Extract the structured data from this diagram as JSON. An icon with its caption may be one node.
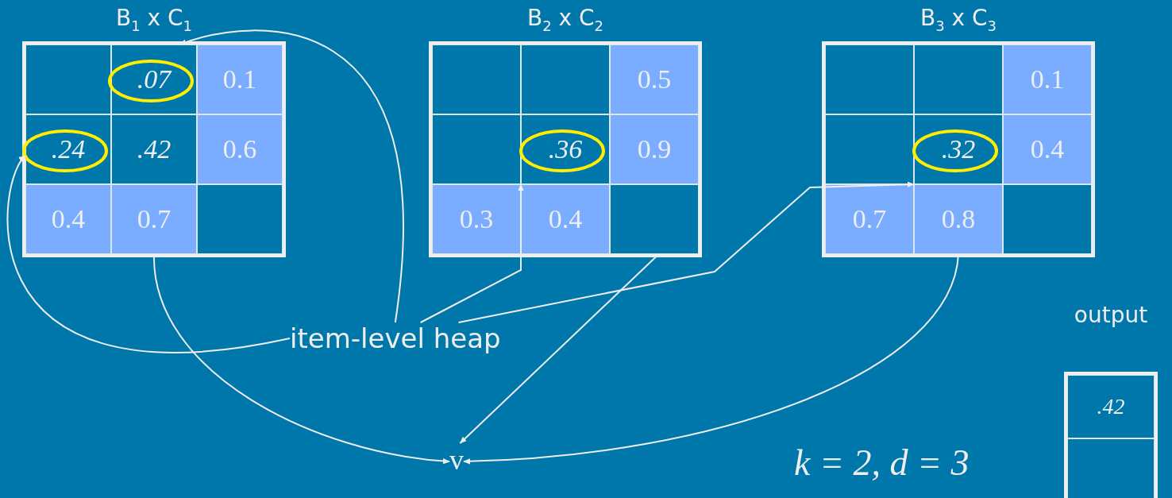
{
  "diagram": {
    "nodes": [
      {
        "text": [
          "B$_{1}$ x C$_{1}$"
        ]
      },
      {
        "text": [],
        "shape": "box",
        "in": 0
      },
      {
        "text": [
          ".07"
        ],
        "in": 0
      },
      {
        "text": [
          "0.1"
        ],
        "in": 0
      },
      {
        "text": [
          ".24"
        ],
        "in": 0
      },
      {
        "text": [
          ".42"
        ],
        "in": 0
      },
      {
        "text": [
          "0.6"
        ],
        "in": 0
      },
      {
        "text": [
          "0.4"
        ],
        "in": 0
      },
      {
        "text": [
          "0.7"
        ],
        "in": 0
      },
      {
        "text": [],
        "shape": "box",
        "in": 0
      },
      {
        "text": [
          "B$_{2}$ x C$_{2}$"
        ]
      },
      {
        "text": [],
        "shape": "box",
        "in": 10
      },
      {
        "text": [],
        "shape": "box",
        "in": 10
      },
      {
        "text": [
          "0.5"
        ],
        "in": 10
      },
      {
        "text": [],
        "shape": "box",
        "in": 10
      },
      {
        "text": [
          ".36"
        ],
        "in": 10
      },
      {
        "text": [
          "0.9"
        ],
        "in": 10
      },
      {
        "text": [
          "0.3"
        ],
        "in": 10
      },
      {
        "text": [
          "0.4"
        ],
        "in": 10
      },
      {
        "text": [],
        "shape": "box",
        "in": 10
      },
      {
        "text": [
          "B$_{3}$ x C$_{3}$"
        ]
      },
      {
        "text": [],
        "shape": "box",
        "in": 20
      },
      {
        "text": [],
        "shape": "box",
        "in": 20
      },
      {
        "text": [
          "0.1"
        ],
        "in": 20
      },
      {
        "text": [],
        "shape": "box",
        "in": 20
      },
      {
        "text": [
          ".32"
        ],
        "in": 20
      },
      {
        "text": [
          "0.4"
        ],
        "in": 20
      },
      {
        "text": [
          "0.7"
        ],
        "in": 20
      },
      {
        "text": [
          "0.8"
        ],
        "in": 20
      },
      {
        "text": [],
        "shape": "box",
        "in": 20
      },
      {
        "text": [
          "item-level heap"
        ]
      },
      {
        "text": [
          "v"
        ]
      },
      {
        "text": [
          "output"
        ]
      },
      {
        "text": [
          ".42"
        ],
        "in": 32
      },
      {
        "text": [],
        "shape": "box",
        "in": 32
      }
    ],
    "edges": [
      {
        "from": 8,
        "to": 31,
        "arrow": "to"
      },
      {
        "from": 30,
        "to": 4,
        "arrow": "to"
      },
      {
        "from": 30,
        "to": 2,
        "arrow": "to"
      },
      {
        "from": 30,
        "to": 15,
        "arrow": "to"
      },
      {
        "from": 30,
        "to": 25,
        "arrow": "to"
      },
      {
        "from": 19,
        "to": 31,
        "arrow": "to"
      },
      {
        "from": 28,
        "to": 31,
        "arrow": "to"
      }
    ],
    "labels": [
      "k = 2, d = 3"
    ]
  }
}
